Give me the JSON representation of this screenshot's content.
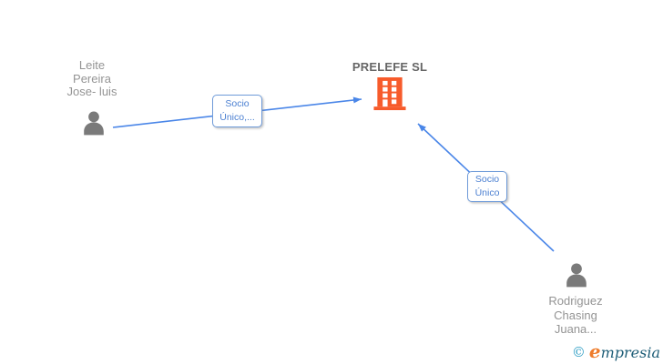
{
  "title": "PRELEFE SL ownership diagram",
  "colors": {
    "edge": "#4a86e8",
    "person_icon": "#7a7a7a",
    "company_icon": "#f75b2b",
    "person_label": "#949494",
    "company_label": "#666666",
    "edge_label_text": "#4a7fd1",
    "edge_label_border": "#6f9bd9",
    "logo_copyright": "#2f9ec5",
    "logo_e": "#ee7c2b",
    "logo_rest": "#1d5d77"
  },
  "nodes": [
    {
      "id": "leite-pereira",
      "type": "person",
      "label_lines": [
        "Leite",
        "Pereira",
        "Jose- luis"
      ]
    },
    {
      "id": "prelefe",
      "type": "company",
      "label": "PRELEFE SL"
    },
    {
      "id": "rodriguez-chasing",
      "type": "person",
      "label_lines": [
        "Rodriguez",
        "Chasing",
        "Juana..."
      ]
    }
  ],
  "edges": [
    {
      "from": "leite-pereira",
      "to": "prelefe",
      "label_lines": [
        "Socio",
        "Único,..."
      ]
    },
    {
      "from": "rodriguez-chasing",
      "to": "prelefe",
      "label_lines": [
        "Socio",
        "Único"
      ]
    }
  ],
  "logo": {
    "copyright": "©",
    "brand_first_letter": "e",
    "brand_rest": "mpresia"
  }
}
